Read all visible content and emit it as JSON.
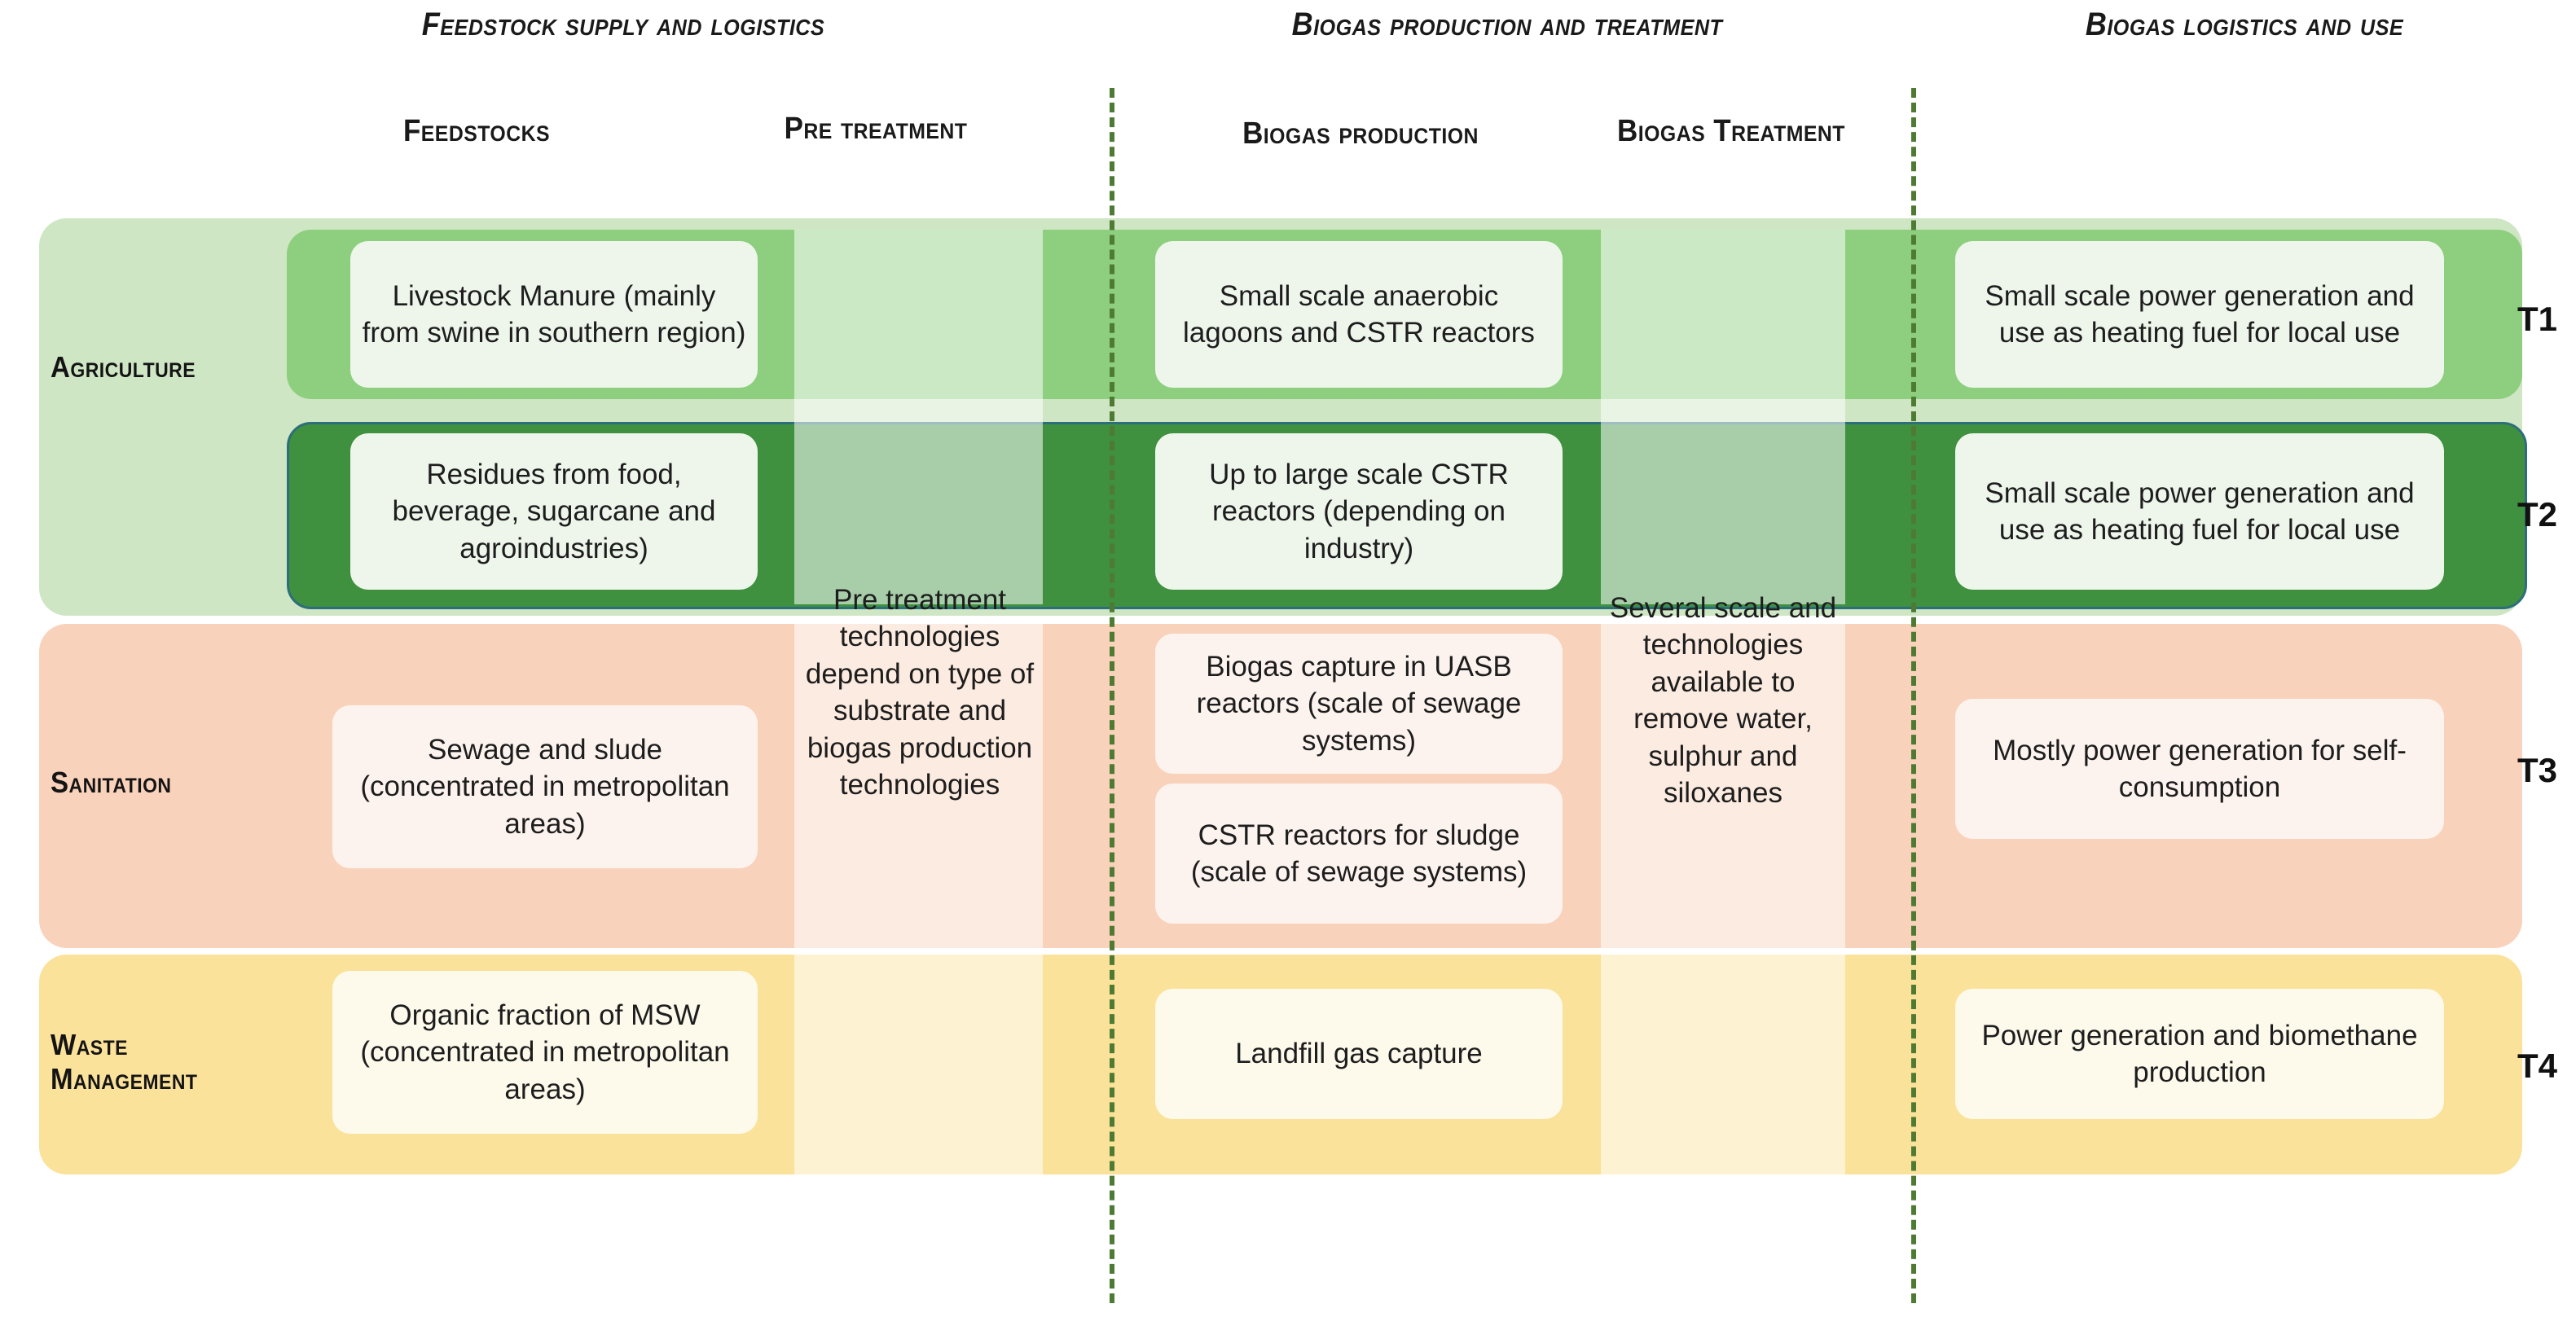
{
  "headers": {
    "groups": [
      {
        "label": "Feedstock supply and logistics"
      },
      {
        "label": "Biogas production and treatment"
      },
      {
        "label": "Biogas logistics and use"
      }
    ],
    "columns": [
      {
        "label": "Feedstocks"
      },
      {
        "label": "Pre treatment"
      },
      {
        "label": "Biogas production"
      },
      {
        "label": "Biogas Treatment"
      }
    ]
  },
  "rows": [
    {
      "label": "Agriculture",
      "tiers": [
        {
          "code": "T1"
        },
        {
          "code": "T2"
        }
      ],
      "feedstocks": [
        "Livestock Manure (mainly from swine in southern region)",
        "Residues from food, beverage, sugarcane and agroindustries)"
      ],
      "production": [
        "Small scale anaerobic lagoons and CSTR reactors",
        "Up to large scale CSTR reactors (depending on industry)"
      ],
      "use": [
        "Small scale power generation and use as heating fuel for local use",
        "Small scale power generation and use as heating fuel for local use"
      ]
    },
    {
      "label": "Sanitation",
      "tiers": [
        {
          "code": "T3"
        }
      ],
      "feedstocks": [
        "Sewage and slude (concentrated in metropolitan areas)"
      ],
      "production": [
        "Biogas capture in UASB reactors (scale of sewage systems)",
        "CSTR reactors for sludge (scale of sewage systems)"
      ],
      "use": [
        "Mostly power generation for self-consumption"
      ]
    },
    {
      "label": "Waste Management",
      "label_line1": "Waste",
      "label_line2": "Management",
      "tiers": [
        {
          "code": "T4"
        }
      ],
      "feedstocks": [
        "Organic fraction of MSW (concentrated in metropolitan areas)"
      ],
      "production": [
        "Landfill gas capture"
      ],
      "use": [
        "Power generation and biomethane production"
      ]
    }
  ],
  "spanning": {
    "pre_treatment_text": "Pre treatment technologies depend on type of substrate and biogas production technologies",
    "biogas_treatment_text": "Several scale and technologies available to remove water, sulphur and siloxanes"
  },
  "colors": {
    "agriculture_band": "#cfe6c4",
    "agriculture_t1": "#8ecf7f",
    "agriculture_t2": "#3f9140",
    "sanitation_band": "#f9d2bb",
    "waste_band": "#fbe29a",
    "divider": "#4e7a33",
    "card_green": "#eef6ec",
    "card_peach": "#fdf3ee",
    "card_yellow": "#fdfaec"
  }
}
